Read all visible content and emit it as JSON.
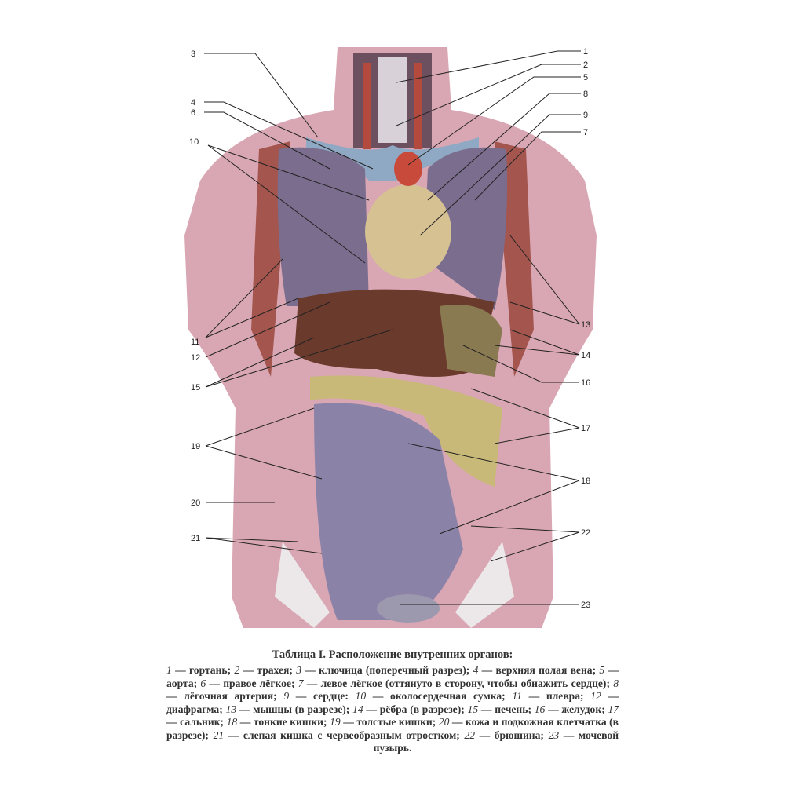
{
  "figure": {
    "labels_left": [
      "3",
      "4",
      "6",
      "10",
      "11",
      "12",
      "15",
      "19",
      "20",
      "21"
    ],
    "labels_right": [
      "1",
      "2",
      "5",
      "8",
      "9",
      "7",
      "13",
      "14",
      "16",
      "17",
      "18",
      "22",
      "23"
    ]
  },
  "caption": {
    "title": "Таблица I. Расположение внутренних органов:",
    "items": [
      {
        "num": "1",
        "text": "гортань;"
      },
      {
        "num": "2",
        "text": "трахея;"
      },
      {
        "num": "3",
        "text": "ключица (поперечный разрез);"
      },
      {
        "num": "4",
        "text": "верхняя полая вена;"
      },
      {
        "num": "5",
        "text": "аорта;"
      },
      {
        "num": "6",
        "text": "правое лёгкое;"
      },
      {
        "num": "7",
        "text": "левое лёгкое (оттянуто в сторону, чтобы обнажить сердце);"
      },
      {
        "num": "8",
        "text": "лёгочная артерия;"
      },
      {
        "num": "9",
        "text": "сердце:"
      },
      {
        "num": "10",
        "text": "околосердечная сумка;"
      },
      {
        "num": "11",
        "text": "плевра;"
      },
      {
        "num": "12",
        "text": "диафрагма;"
      },
      {
        "num": "13",
        "text": "мышцы (в разрезе);"
      },
      {
        "num": "14",
        "text": "рёбра (в разрезе);"
      },
      {
        "num": "15",
        "text": "печень;"
      },
      {
        "num": "16",
        "text": "желудок;"
      },
      {
        "num": "17",
        "text": "сальник;"
      },
      {
        "num": "18",
        "text": "тонкие кишки;"
      },
      {
        "num": "19",
        "text": "толстые кишки;"
      },
      {
        "num": "20",
        "text": "кожа и подкожная клетчатка (в разрезе);"
      },
      {
        "num": "21",
        "text": "слепая кишка с червеобразным отростком;"
      },
      {
        "num": "22",
        "text": "брюшина;"
      },
      {
        "num": "23",
        "text": "мочевой пузырь."
      }
    ]
  },
  "colors": {
    "skin": "#d9a7b3",
    "lung": "#7a6d8e",
    "liver": "#6a3a2c",
    "heart": "#d6c193",
    "omentum": "#c9b978",
    "intestine": "#8b82a8",
    "muscle": "#a4564e"
  }
}
